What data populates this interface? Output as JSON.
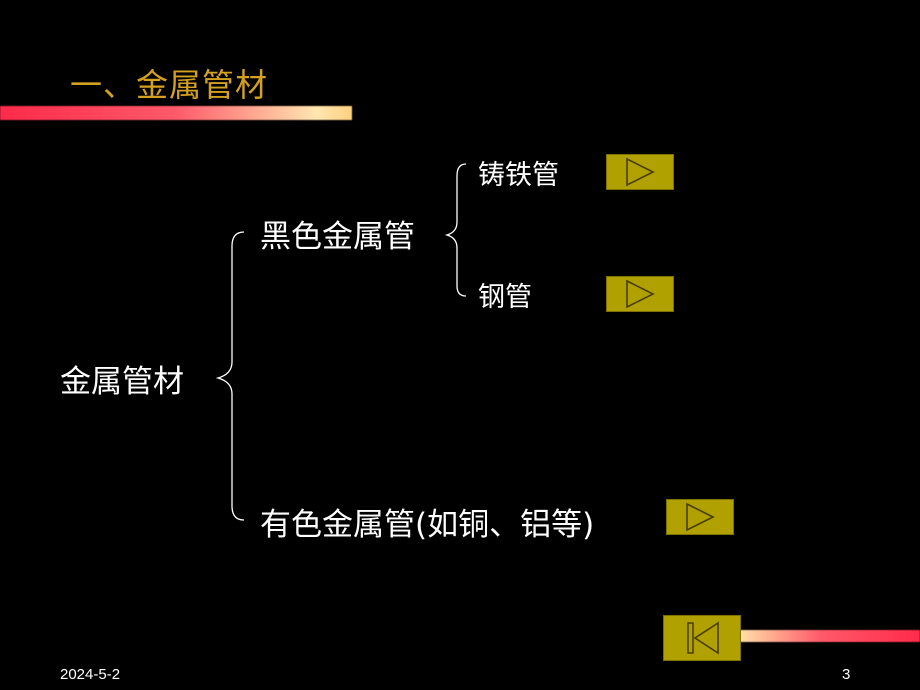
{
  "slide": {
    "title": "一、金属管材",
    "tree": {
      "root": "金属管材",
      "ferrous": "黑色金属管",
      "cast_iron": "铸铁管",
      "steel": "钢管",
      "nonferrous": "有色金属管(如铜、铝等)"
    },
    "footer": {
      "date": "2024-5-2",
      "page_number": "3"
    }
  },
  "colors": {
    "background": "#000000",
    "title": "#d4a020",
    "button_fill": "#b0a000",
    "button_icon": "#6a5a00",
    "bracket": "#ffffff"
  },
  "icons": {
    "play": "play-triangle-icon",
    "first_slide": "skip-to-first-icon"
  }
}
